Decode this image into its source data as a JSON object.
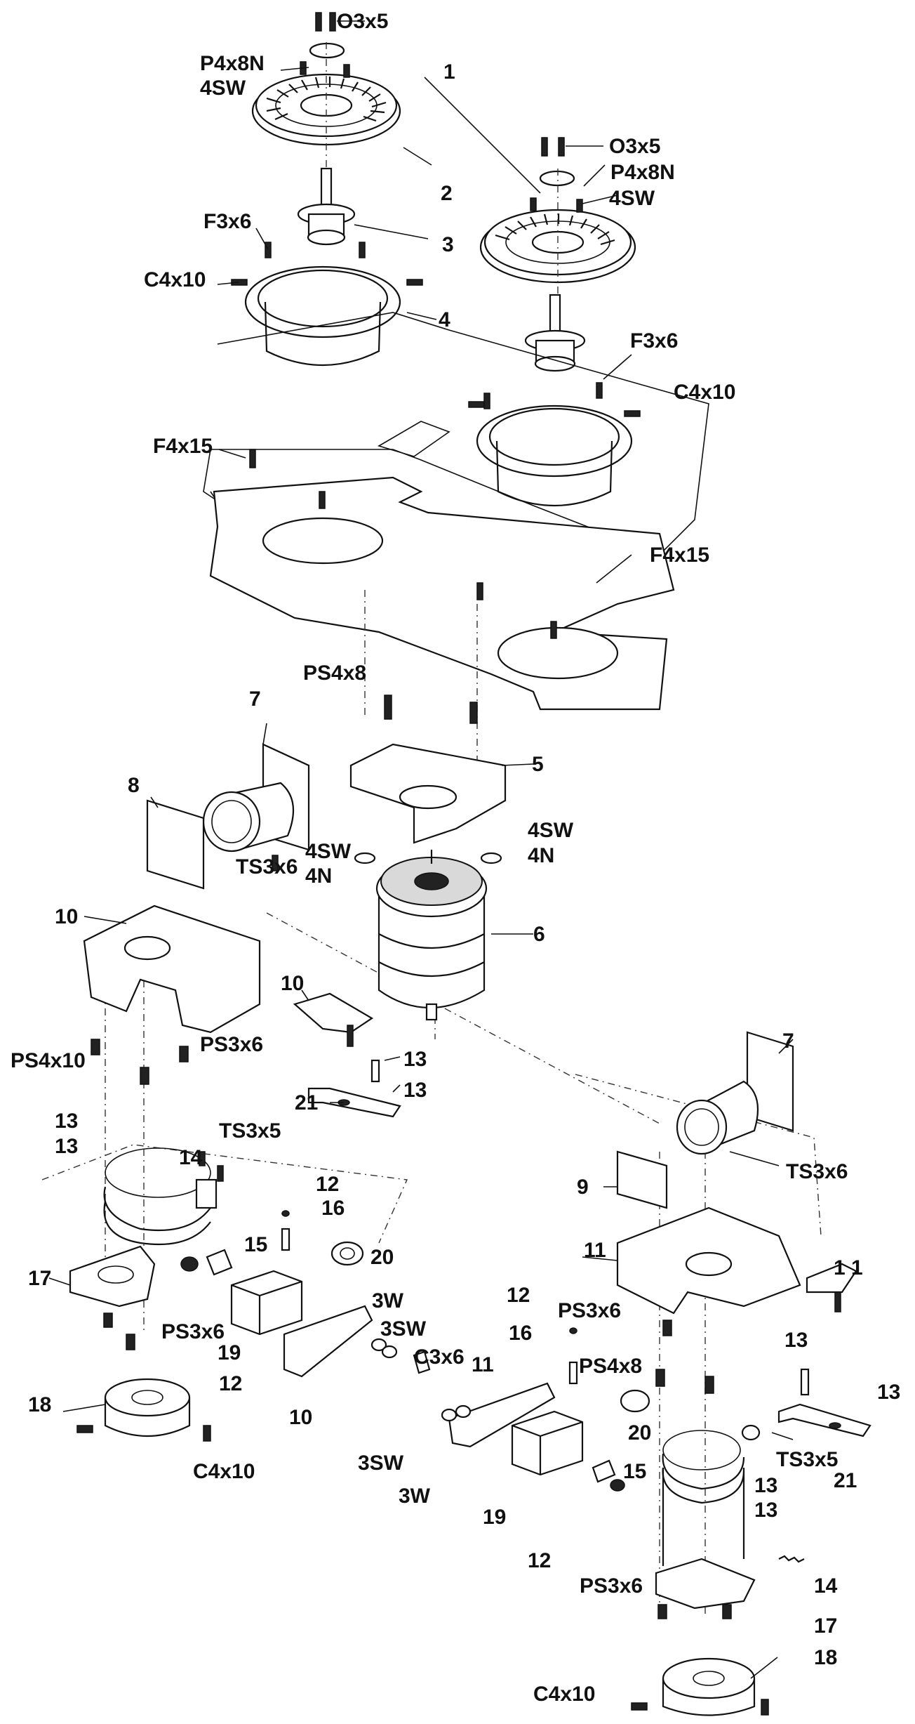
{
  "labels": {
    "o3x5_a": "O3x5",
    "p4x8n_a": "P4x8N",
    "sw4_a": "4SW",
    "n1": "1",
    "n2": "2",
    "n3": "3",
    "n4": "4",
    "f3x6_a": "F3x6",
    "c4x10_a": "C4x10",
    "o3x5_b": "O3x5",
    "p4x8n_b": "P4x8N",
    "sw4_b": "4SW",
    "f3x6_b": "F3x6",
    "c4x10_b": "C4x10",
    "f4x15_a": "F4x15",
    "f4x15_b": "F4x15",
    "ps4x8_top": "PS4x8",
    "n7_a": "7",
    "n8": "8",
    "ts3x6_a": "TS3x6",
    "n5": "5",
    "sw4_c": "4SW",
    "n4n_a": "4N",
    "sw4_d": "4SW",
    "n4n_b": "4N",
    "n6": "6",
    "n10_a": "10",
    "n10_b": "10",
    "ps4x10": "PS4x10",
    "ps3x6_a": "PS3x6",
    "n13_a": "13",
    "n13_b": "13",
    "n21_a": "21",
    "n13_c": "13",
    "n13_d": "13",
    "ts3x5_a": "TS3x5",
    "n14_a": "14",
    "n7_b": "7",
    "ts3x6_b": "TS3x6",
    "n9": "9",
    "n12_a": "12",
    "n16_a": "16",
    "n15_a": "15",
    "n20_a": "20",
    "n17_a": "17",
    "n11_a": "11",
    "n11_b": "1 1",
    "ps3x6_b": "PS3x6",
    "n19_a": "19",
    "sw3_a": "3W",
    "sw3sw_a": "3SW",
    "c3x6": "C3x6",
    "n12_b": "12",
    "n10_c": "10",
    "ps3x6_c": "PS3x6",
    "n12_c": "12",
    "n16_b": "16",
    "ps4x8_b": "PS4x8",
    "n13_e": "13",
    "n13_f": "13",
    "n18_a": "18",
    "c4x10_c": "C4x10",
    "n11_c": "11",
    "n20_b": "20",
    "ts3x5_b": "TS3x5",
    "n21_b": "21",
    "sw3sw_b": "3SW",
    "n15_b": "15",
    "n13_g": "13",
    "n13_h": "13",
    "sw3_b": "3W",
    "n19_b": "19",
    "n12_d": "12",
    "n14_b": "14",
    "ps3x6_d": "PS3x6",
    "n17_b": "17",
    "c4x10_d": "C4x10",
    "n18_b": "18"
  }
}
